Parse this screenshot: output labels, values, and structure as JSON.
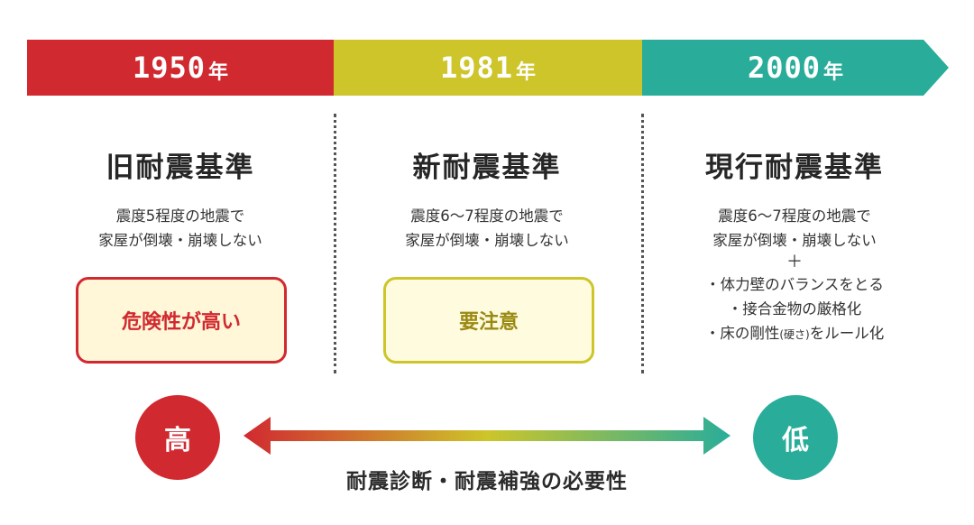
{
  "colors": {
    "red": "#d12930",
    "yellow": "#cdc52a",
    "teal": "#29ad9a"
  },
  "timeline": [
    {
      "year": "1950",
      "suffix": "年"
    },
    {
      "year": "1981",
      "suffix": "年"
    },
    {
      "year": "2000",
      "suffix": "年"
    }
  ],
  "columns": [
    {
      "heading": "旧耐震基準",
      "lines": [
        "震度5程度の地震で",
        "家屋が倒壊・崩壊しない"
      ],
      "badge": "危険性が高い"
    },
    {
      "heading": "新耐震基準",
      "lines": [
        "震度6〜7程度の地震で",
        "家屋が倒壊・崩壊しない"
      ],
      "badge": "要注意"
    },
    {
      "heading": "現行耐震基準",
      "lines": [
        "震度6〜7程度の地震で",
        "家屋が倒壊・崩壊しない"
      ],
      "plus": "＋",
      "bullets": [
        "・体力壁のバランスをとる",
        "・接合金物の厳格化"
      ],
      "bullet3_pre": "・床の剛性",
      "bullet3_small": "(硬さ)",
      "bullet3_post": "をルール化"
    }
  ],
  "scale": {
    "high": "高",
    "low": "低",
    "caption": "耐震診断・耐震補強の必要性"
  }
}
